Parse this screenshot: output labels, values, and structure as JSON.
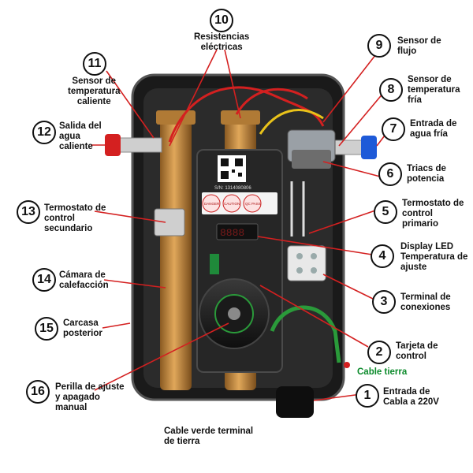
{
  "callouts": [
    {
      "n": "1",
      "text": "Entrada de\nCabla a 220V"
    },
    {
      "n": "2",
      "text": "Tarjeta de\ncontrol"
    },
    {
      "n": "3",
      "text": "Terminal de\nconexiones"
    },
    {
      "n": "4",
      "text": "Display LED\nTemperatura de\najuste"
    },
    {
      "n": "5",
      "text": "Termostato de\ncontrol\nprimario"
    },
    {
      "n": "6",
      "text": "Triacs de\npotencia"
    },
    {
      "n": "7",
      "text": "Entrada de\nagua fría"
    },
    {
      "n": "8",
      "text": "Sensor de\ntemperatura\nfría"
    },
    {
      "n": "9",
      "text": "Sensor de\nflujo"
    },
    {
      "n": "10",
      "text": "Resistencias\neléctricas"
    },
    {
      "n": "11",
      "text": "Sensor de\ntemperatura\ncaliente"
    },
    {
      "n": "12",
      "text": "Salida del\nagua\ncaliente"
    },
    {
      "n": "13",
      "text": "Termostato de\ncontrol\nsecundario"
    },
    {
      "n": "14",
      "text": "Cámara de\ncalefacción"
    },
    {
      "n": "15",
      "text": "Carcasa\nposterior"
    },
    {
      "n": "16",
      "text": "Perilla de ajuste\ny apagado\nmanual"
    }
  ],
  "extra_labels": {
    "ground_cable": "Cable tierra",
    "ground_wire_note": "Cable verde terminal\nde tierra"
  },
  "device": {
    "qr_caption": "S/N: 1314080806",
    "warning_1": "DANGER",
    "warning_2": "CAUTION",
    "warning_3": "QC PASS"
  },
  "colors": {
    "pointer": "#d42020",
    "housing": "#1c1c1c",
    "copper": "#c98a3a",
    "board": "#2a2a2a",
    "ground_green": "#0a8a2a"
  }
}
